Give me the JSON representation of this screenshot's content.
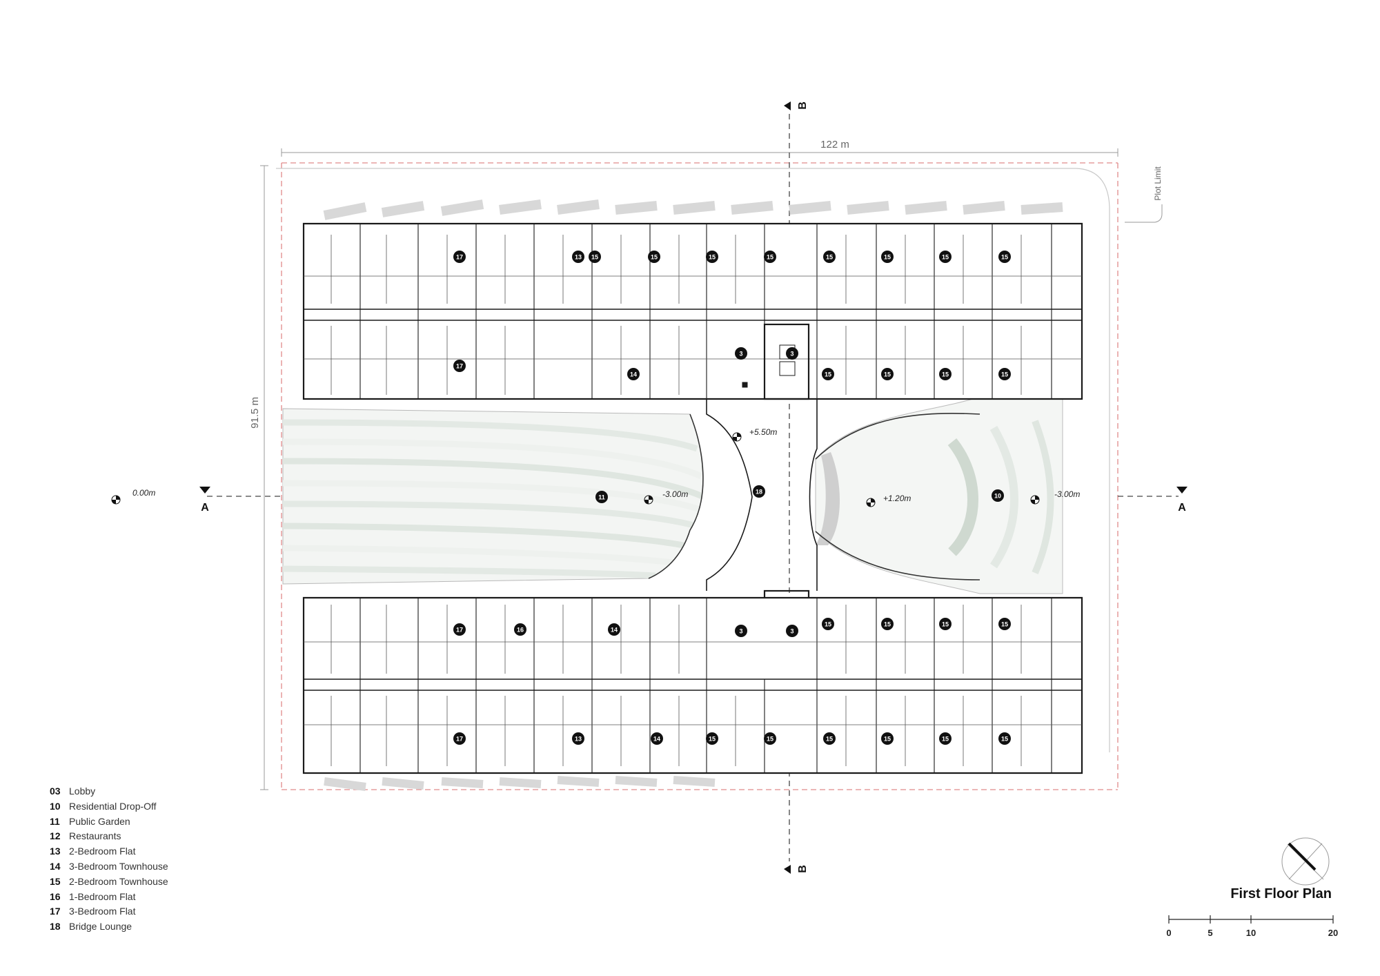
{
  "title": "First Floor Plan",
  "dimensions": {
    "width": "122 m",
    "height": "91.5 m"
  },
  "plot_limit_label": "Plot Limit",
  "section_markers": {
    "a": "A",
    "b": "B"
  },
  "levels": [
    "0.00m",
    "+5.50m",
    "-3.00m",
    "+1.20m",
    "-3.00m"
  ],
  "legend": [
    {
      "num": "03",
      "label": "Lobby"
    },
    {
      "num": "10",
      "label": "Residential Drop-Off"
    },
    {
      "num": "11",
      "label": "Public Garden"
    },
    {
      "num": "12",
      "label": "Restaurants"
    },
    {
      "num": "13",
      "label": "2-Bedroom Flat"
    },
    {
      "num": "14",
      "label": "3-Bedroom Townhouse"
    },
    {
      "num": "15",
      "label": "2-Bedroom Townhouse"
    },
    {
      "num": "16",
      "label": "1-Bedroom Flat"
    },
    {
      "num": "17",
      "label": "3-Bedroom Flat"
    },
    {
      "num": "18",
      "label": "Bridge Lounge"
    }
  ],
  "scale_bar": [
    "0",
    "5",
    "10",
    "20"
  ],
  "room_tags": [
    "17",
    "13",
    "15",
    "15",
    "15",
    "15",
    "15",
    "15",
    "15",
    "15",
    "17",
    "14",
    "3",
    "3",
    "15",
    "15",
    "15",
    "15",
    "11",
    "18",
    "10",
    "17",
    "16",
    "14",
    "3",
    "3",
    "15",
    "15",
    "15",
    "15",
    "17",
    "13",
    "14",
    "15",
    "15",
    "15",
    "15",
    "15",
    "15"
  ],
  "colors": {
    "plot_limit": "#e08a8a",
    "wall": "#1a1a1a",
    "landscape": "#dfe6e0"
  }
}
